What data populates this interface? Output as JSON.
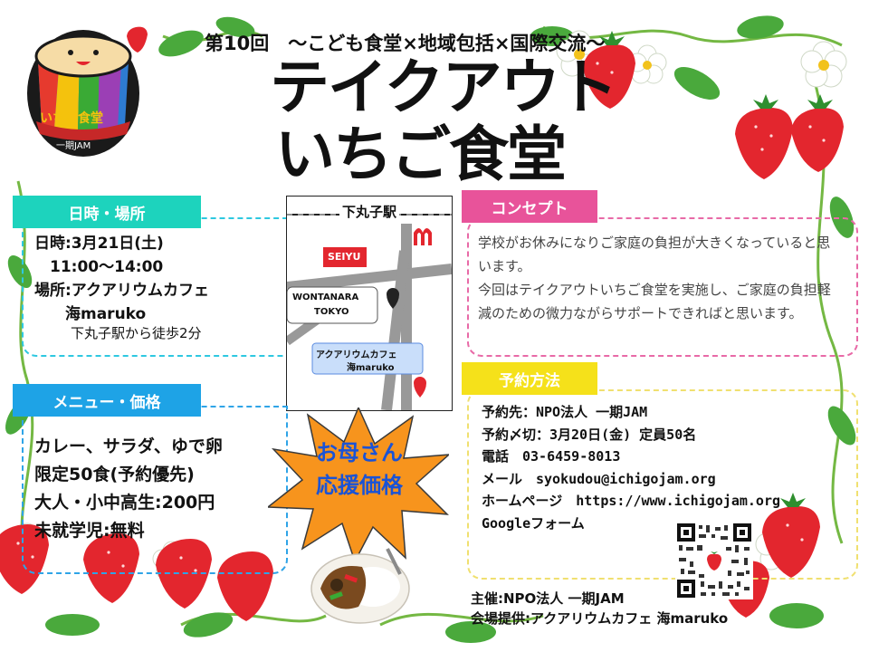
{
  "header": {
    "subtitle": "第10回　～こども食堂×地域包括×国際交流～",
    "title_line1": "テイクアウト",
    "title_line2": "いちご食堂"
  },
  "logo": {
    "name": "いちご食堂",
    "org": "一期JAM"
  },
  "date_section": {
    "tab": "日時・場所",
    "date": "日時:3月21日(土)",
    "time": "　11:00～14:00",
    "place": "場所:アクアリウムカフェ",
    "place2": "　　海maruko",
    "access": "下丸子駅から徒歩2分"
  },
  "map": {
    "station": "下丸子駅",
    "store1": "SEIYU",
    "store2_line1": "WONTANARA",
    "store2_line2": "TOKYO",
    "venue_line1": "アクアリウムカフェ",
    "venue_line2": "海maruko"
  },
  "menu_section": {
    "tab": "メニュー・価格",
    "items": [
      "カレー、サラダ、ゆで卵",
      "限定50食(予約優先)",
      "大人・小中高生:200円",
      "未就学児:無料"
    ]
  },
  "promo": {
    "line1": "お母さん",
    "line2": "応援価格"
  },
  "concept_section": {
    "tab": "コンセプト",
    "text": "学校がお休みになりご家庭の負担が大きくなっていると思います。\n今回はテイクアウトいちご食堂を実施し、ご家庭の負担軽減のための微力ながらサポートできればと思います。"
  },
  "reservation_section": {
    "tab": "予約方法",
    "lines": [
      "予約先：NPO法人 一期JAM",
      "予約〆切：3月20日(金) 定員50名",
      "電話　03-6459-8013",
      "メール　syokudou@ichigojam.org",
      "ホームページ　https://www.ichigojam.org",
      "Googleフォーム"
    ]
  },
  "footer": {
    "host": "主催:NPO法人 一期JAM",
    "venue": "会場提供:アクアリウムカフェ 海maruko"
  },
  "colors": {
    "teal": "#1dd3bd",
    "blue": "#1ea3e6",
    "pink": "#e8539a",
    "yellow": "#f5e11a",
    "strawberry": "#e3262e",
    "leaf": "#3aaa35",
    "burst": "#f7941d"
  }
}
